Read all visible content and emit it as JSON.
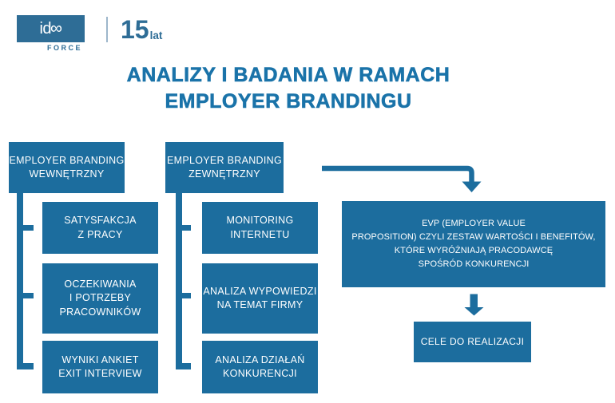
{
  "brand": {
    "name": "ideo",
    "display_prefix": "id",
    "display_ligature": "∞",
    "sub_label": "FORCE",
    "anniversary_number": "15",
    "anniversary_unit": "lat"
  },
  "title": {
    "line1": "ANALIZY I BADANIA W RAMACH",
    "line2": "EMPLOYER BRANDINGU"
  },
  "colors": {
    "box_blue": "#1C6D9E",
    "title_blue": "#1A73A9",
    "logo_blue": "#2E6D96",
    "divider_blue": "#9DB6CB"
  },
  "diagram": {
    "internal": {
      "parent": {
        "lines": [
          "EMPLOYER BRANDING",
          "WEWNĘTRZNY"
        ]
      },
      "children": [
        {
          "lines": [
            "SATYSFAKCJA",
            "Z PRACY"
          ]
        },
        {
          "lines": [
            "OCZEKIWANIA",
            "I POTRZEBY",
            "PRACOWNIKÓW"
          ]
        },
        {
          "lines": [
            "WYNIKI ANKIET",
            "EXIT INTERVIEW"
          ]
        }
      ]
    },
    "external": {
      "parent": {
        "lines": [
          "EMPLOYER BRANDING",
          "ZEWNĘTRZNY"
        ]
      },
      "children": [
        {
          "lines": [
            "MONITORING",
            "INTERNETU"
          ]
        },
        {
          "lines": [
            "ANALIZA WYPOWIEDZI",
            "NA TEMAT FIRMY"
          ]
        },
        {
          "lines": [
            "ANALIZA DZIAŁAŃ",
            "KONKURENCJI"
          ]
        }
      ]
    },
    "evp": {
      "lines": [
        "EVP (EMPLOYER VALUE",
        "PROPOSITION) CZYLI ZESTAW WARTOŚCI I BENEFITÓW,",
        "KTÓRE WYRÓŻNIAJĄ PRACODAWCĘ",
        "SPOŚRÓD KONKURENCJI"
      ]
    },
    "goals": {
      "label": "CELE DO REALIZACJI"
    }
  }
}
